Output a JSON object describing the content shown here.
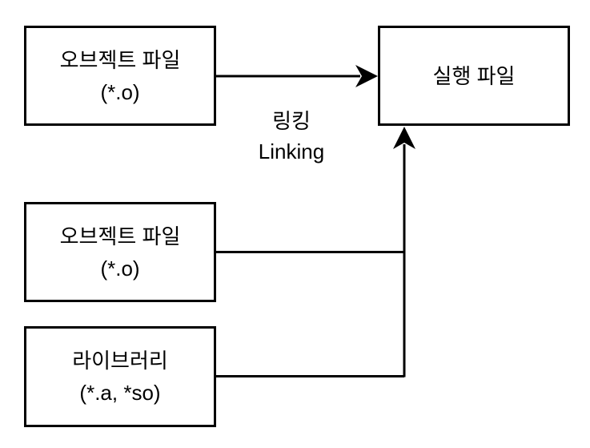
{
  "diagram": {
    "title": "linking-process-diagram",
    "nodes": [
      {
        "id": "object-file-1",
        "line1": "오브젝트 파일",
        "line2": "(*.o)"
      },
      {
        "id": "object-file-2",
        "line1": "오브젝트 파일",
        "line2": "(*.o)"
      },
      {
        "id": "library",
        "line1": "라이브러리",
        "line2": "(*.a, *so)"
      },
      {
        "id": "executable",
        "line1": "실행 파일"
      }
    ],
    "edge_label": {
      "line1": "링킹",
      "line2": "Linking"
    },
    "colors": {
      "stroke": "#000000",
      "background": "#ffffff",
      "text": "#000000"
    }
  }
}
